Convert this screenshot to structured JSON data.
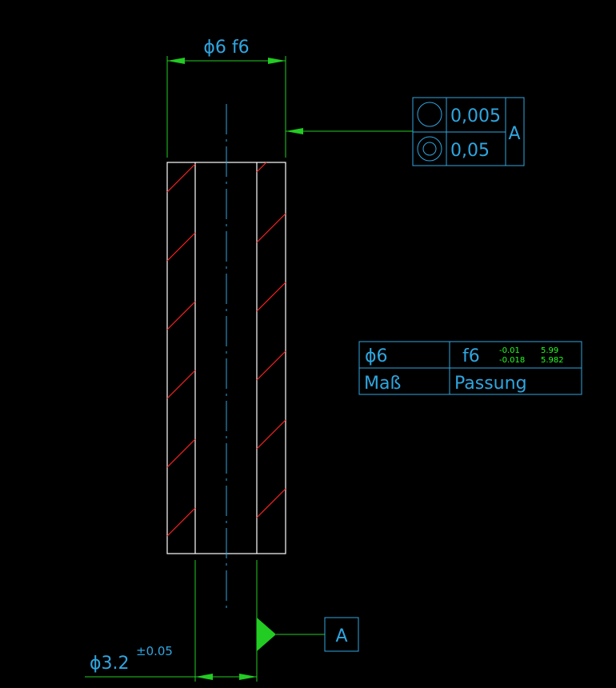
{
  "colors": {
    "background": "#000000",
    "outline": "#ffffff",
    "dimension": "#22cc22",
    "hatch": "#ff2222",
    "annotation": "#2fa6e0",
    "tolerance_values": "#22ff22"
  },
  "dimensions": {
    "top": "ϕ6 f6",
    "bottom_main": "ϕ3.2",
    "bottom_tolerance": "±0.05"
  },
  "feature_control_frame": {
    "rows": [
      {
        "symbol": "circularity-icon",
        "value": "0,005"
      },
      {
        "symbol": "concentricity-icon",
        "value": "0,05"
      }
    ],
    "datum_ref": "A"
  },
  "datum": {
    "label": "A"
  },
  "fit_table": {
    "nominal": "ϕ6",
    "fit": "f6",
    "upper_dev": "-0.01",
    "lower_dev": "-0.018",
    "upper_size": "5.99",
    "lower_size": "5.982",
    "label_nominal": "Maß",
    "label_fit": "Passung"
  }
}
